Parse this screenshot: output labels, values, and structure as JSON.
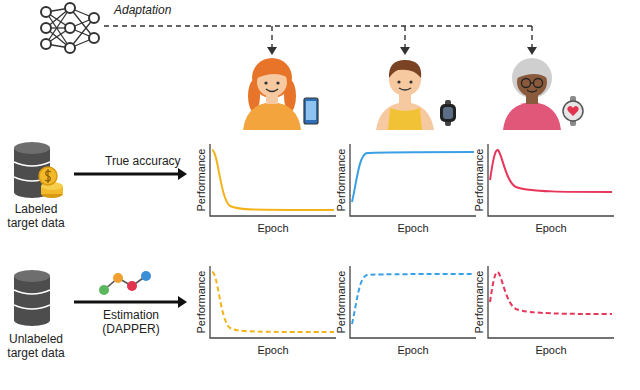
{
  "diagram": {
    "nodes": [
      {
        "text": [
          "Labeled target data"
        ]
      },
      {
        "text": [
          "Unlabeled target data"
        ]
      },
      {
        "text": [
          "Performance",
          "Epoch"
        ]
      },
      {
        "text": [
          "Performance",
          "Epoch"
        ]
      },
      {
        "text": [
          "Performance",
          "Epoch"
        ]
      },
      {
        "text": [
          "Performance",
          "Epoch"
        ]
      },
      {
        "text": [
          "Performance",
          "Epoch"
        ]
      },
      {
        "text": [
          "Performance",
          "Epoch"
        ]
      }
    ],
    "edges": [
      {
        "from": 0,
        "to": 2,
        "arrow": "to",
        "label": "True accuracy"
      },
      {
        "from": 1,
        "to": 5,
        "arrow": "to",
        "label": "Estimation (DAPPER)"
      }
    ],
    "labels": [
      "Adaptation"
    ]
  }
}
